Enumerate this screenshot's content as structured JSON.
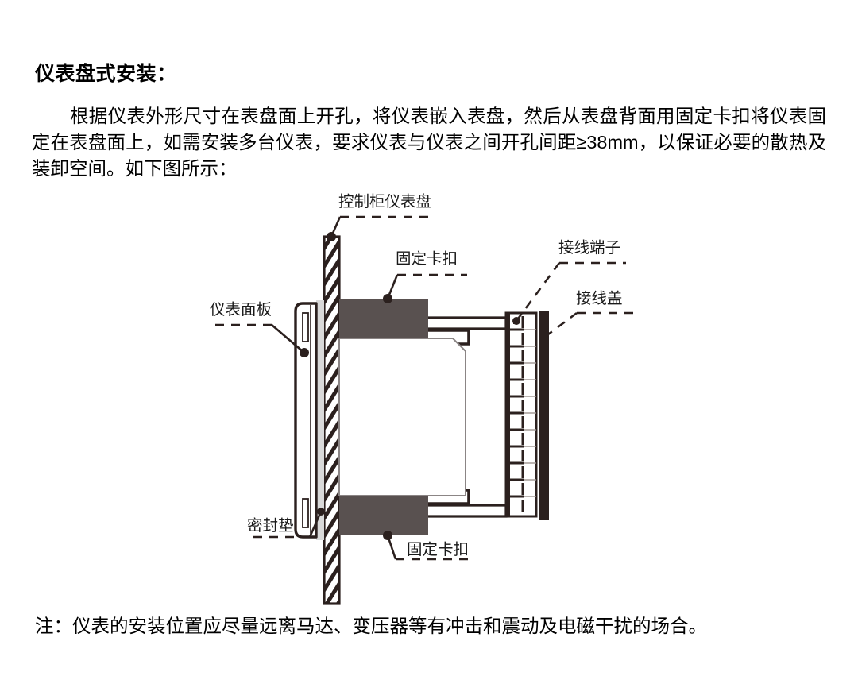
{
  "document": {
    "heading": "仪表盘式安装：",
    "paragraph": "根据仪表外形尺寸在表盘面上开孔，将仪表嵌入表盘，然后从表盘背面用固定卡扣将仪表固定在表盘面上，如需安装多台仪表，要求仪表与仪表之间开孔间距≥38mm，以保证必要的散热及装卸空间。如下图所示：",
    "note": "注：仪表的安装位置应尽量远离马达、变压器等有冲击和震动及电磁干扰的场合。"
  },
  "figure": {
    "labels": {
      "cabinet_panel": "控制柜仪表盘",
      "clip_top": "固定卡扣",
      "clip_bottom": "固定卡扣",
      "terminal_block": "接线端子",
      "terminal_cover": "接线盖",
      "instrument_faceplate": "仪表面板",
      "gasket": "密封垫"
    },
    "terminal_count": 12,
    "colors": {
      "outline": "#2b201e",
      "clip_fill": "#595150",
      "gasket_fill": "#d9d9d9",
      "body_outline": "#8b8585",
      "background": "#ffffff"
    }
  }
}
